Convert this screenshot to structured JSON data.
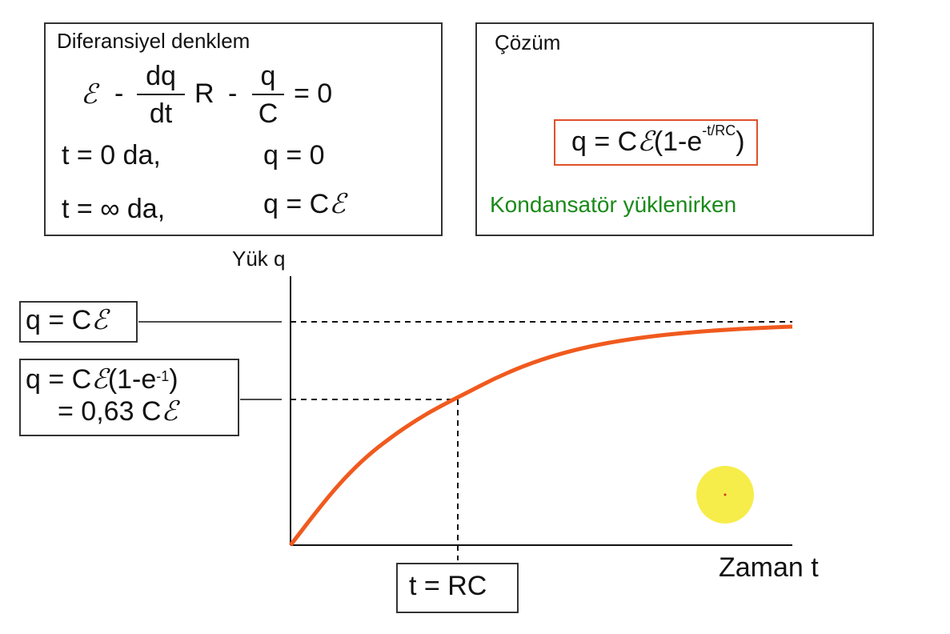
{
  "diff_box": {
    "title": "Diferansiyel denklem",
    "emf": "ℰ",
    "minus1": "-",
    "frac1_num": "dq",
    "frac1_den": "dt",
    "r": "R",
    "minus2": "-",
    "frac2_num": "q",
    "frac2_den": "C",
    "equals_zero": "= 0",
    "cond1_left": "t = 0 da,",
    "cond1_right": "q = 0",
    "cond2_left": "t = ∞ da,",
    "cond2_right_pre": "q = C",
    "cond2_right_emf": "ℰ"
  },
  "solution_box": {
    "title": "Çözüm",
    "formula_pre": "q = C",
    "formula_emf": "ℰ",
    "formula_mid": "(1-e",
    "formula_exp": "-t/RC",
    "formula_post": ")",
    "note": "Kondansatör yüklenirken",
    "note_color": "#1a8a1a",
    "formula_border_color": "#e0502a"
  },
  "graph": {
    "y_axis_label": "Yük q",
    "x_axis_label": "Zaman t",
    "max_label_pre": "q = C",
    "max_label_emf": "ℰ",
    "mid_label_line1_pre": "q = C",
    "mid_label_line1_emf": "ℰ",
    "mid_label_line1_mid": "(1-e",
    "mid_label_line1_exp": "-1",
    "mid_label_line1_post": ")",
    "mid_label_line2_pre": "= 0,63 C",
    "mid_label_line2_emf": "ℰ",
    "tau_label": "t = RC",
    "curve_color": "#f05a1e",
    "cursor_color": "#f4ea2a"
  }
}
